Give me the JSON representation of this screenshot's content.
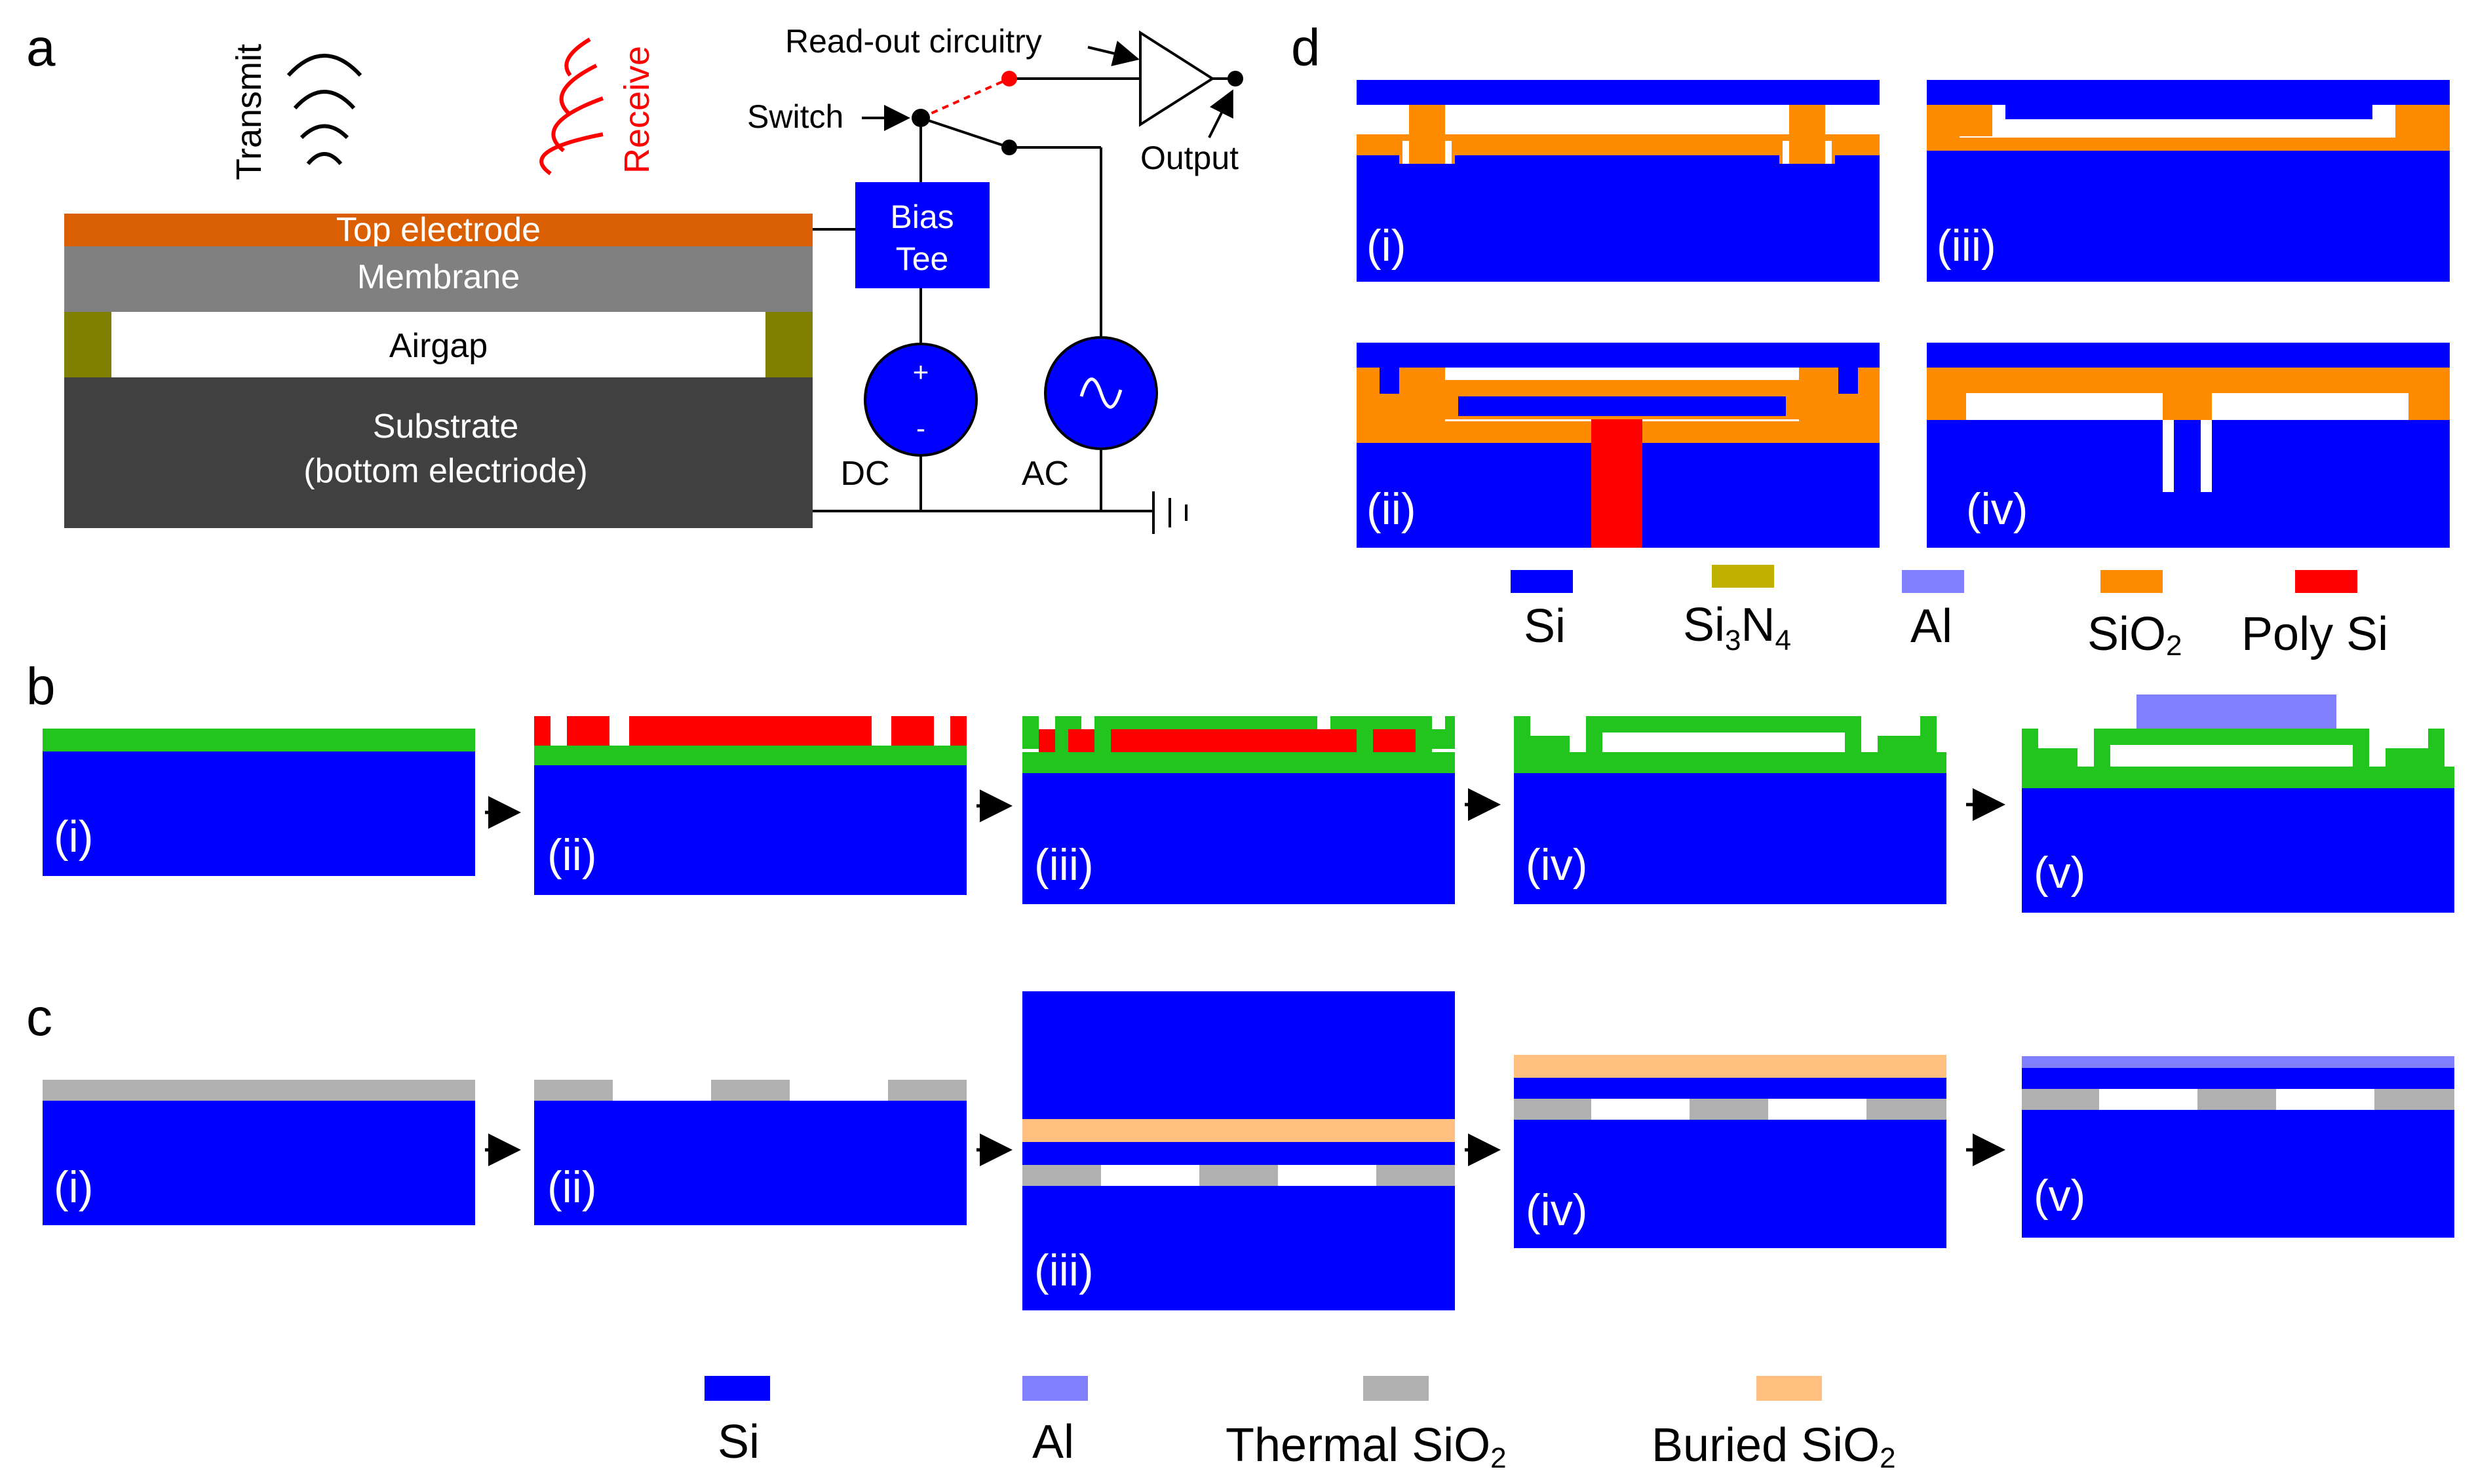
{
  "colors": {
    "si": "#0000ff",
    "sio2_orange": "#ff8c00",
    "poly_si": "#ff0000",
    "al": "#8080ff",
    "si3n4": "#c0b000",
    "green": "#22c41e",
    "thermal_sio2": "#b0b0b0",
    "buried_sio2": "#ffc080",
    "top_electrode": "#d95f02",
    "membrane": "#808080",
    "post": "#808000",
    "substrate": "#404040",
    "receive": "#ff0000"
  },
  "panel_a": {
    "label": "a",
    "transmit": "Transmit",
    "receive": "Receive",
    "top_electrode": "Top electrode",
    "membrane": "Membrane",
    "airgap": "Airgap",
    "substrate_line1": "Substrate",
    "substrate_line2": "(bottom electriode)",
    "readout": "Read-out circuitry",
    "switch": "Switch",
    "bias_line1": "Bias",
    "bias_line2": "Tee",
    "output": "Output",
    "dc": "DC",
    "ac": "AC",
    "plus": "+",
    "minus": "-"
  },
  "panel_b": {
    "label": "b",
    "steps": [
      "(i)",
      "(ii)",
      "(iii)",
      "(iv)",
      "(v)"
    ]
  },
  "panel_c": {
    "label": "c",
    "steps": [
      "(i)",
      "(ii)",
      "(iii)",
      "(iv)",
      "(v)"
    ],
    "legend": {
      "si": "Si",
      "al": "Al",
      "thermal_pre": "Thermal SiO",
      "thermal_sub": "2",
      "buried_pre": "Buried SiO",
      "buried_sub": "2"
    }
  },
  "panel_d": {
    "label": "d",
    "steps": [
      "(i)",
      "(iii)",
      "(ii)",
      "(iv)"
    ],
    "legend": {
      "si": "Si",
      "si3n4_a": "Si",
      "si3n4_b": "3",
      "si3n4_c": "N",
      "si3n4_d": "4",
      "al": "Al",
      "sio2_a": "SiO",
      "sio2_b": "2",
      "poly": "Poly Si"
    }
  }
}
